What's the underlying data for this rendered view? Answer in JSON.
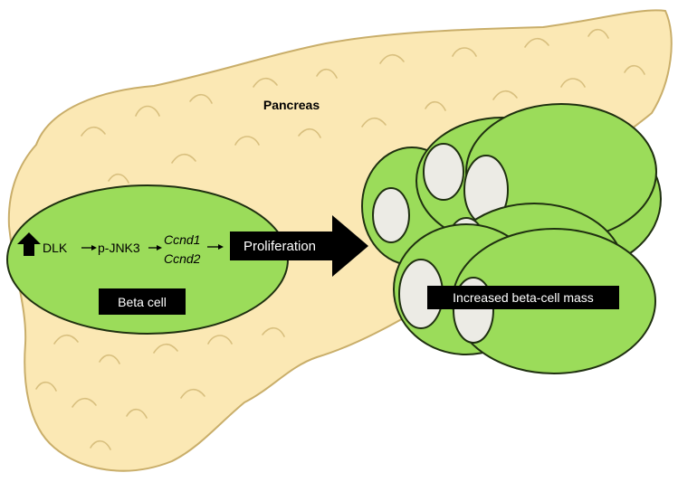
{
  "organ_label": "Pancreas",
  "pathway": {
    "up_arrow_icon": "thick-up-arrow-icon",
    "step1": "DLK",
    "step2": "p-JNK3",
    "gene1": "Ccnd1",
    "gene2": "Ccnd2"
  },
  "cell_label": "Beta cell",
  "process_label": "Proliferation",
  "outcome_label": "Increased beta-cell mass",
  "colors": {
    "pancreas_fill": "#fbe8b4",
    "pancreas_stroke": "#c9ae6a",
    "cell_fill": "#9bdc5a",
    "cell_stroke": "#1f3010",
    "nucleus_fill": "#ecebe5",
    "label_box": "#000000"
  }
}
